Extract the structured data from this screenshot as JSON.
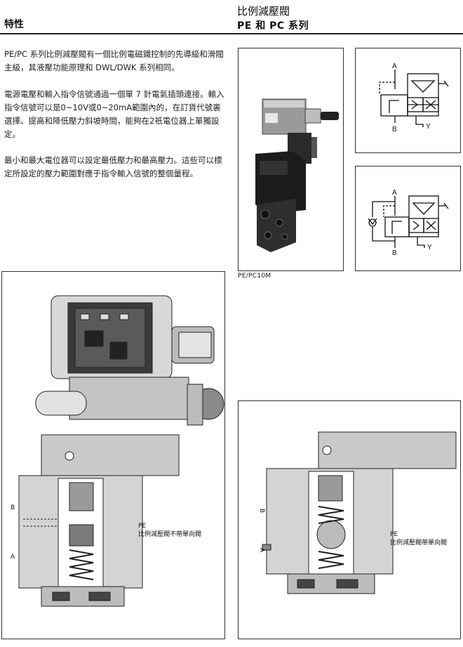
{
  "header": {
    "left_title": "特性",
    "right_title": "比例減壓閥",
    "right_subtitle": "PE 和 PC 系列"
  },
  "paragraphs": [
    "PE/PC 系列比例減壓閥有一個比例電磁鐵控制的先導級和滑閥主級，其液壓功能原理和 DWL/DWK 系列相同。",
    "電源電壓和輸入指令信號通過一個單 7 針電氣插頭連接。輸入指令信號可以是0~10V或0~20mA範圍內的，在訂貨代號裏選擇。提高和降低壓力斜坡時間，能夠在2祇電位器上單獨設定。",
    "最小和最大電位器可以設定最低壓力和最高壓力。這些可以標定所設定的壓力範圍對應于指令輸入信號的整個量程。"
  ],
  "photo_caption": "PE/PC10M",
  "symbol1": {
    "port_a": "A",
    "port_b": "B",
    "port_y": "Y"
  },
  "symbol2": {
    "port_a": "A",
    "port_b": "B",
    "port_y": "Y"
  },
  "section_left": {
    "port_b": "B",
    "port_a": "A",
    "caption_1": "PE",
    "caption_2": "比例減壓閥不帶單向閥"
  },
  "section_right": {
    "port_b": "B",
    "port_a": "A",
    "caption_1": "PE",
    "caption_2": "比例減壓閥帶單向閥"
  },
  "colors": {
    "ink": "#111111",
    "gray_light": "#d0d0d0",
    "gray_mid": "#9a9a9a",
    "gray_dark": "#3c3c3c"
  }
}
